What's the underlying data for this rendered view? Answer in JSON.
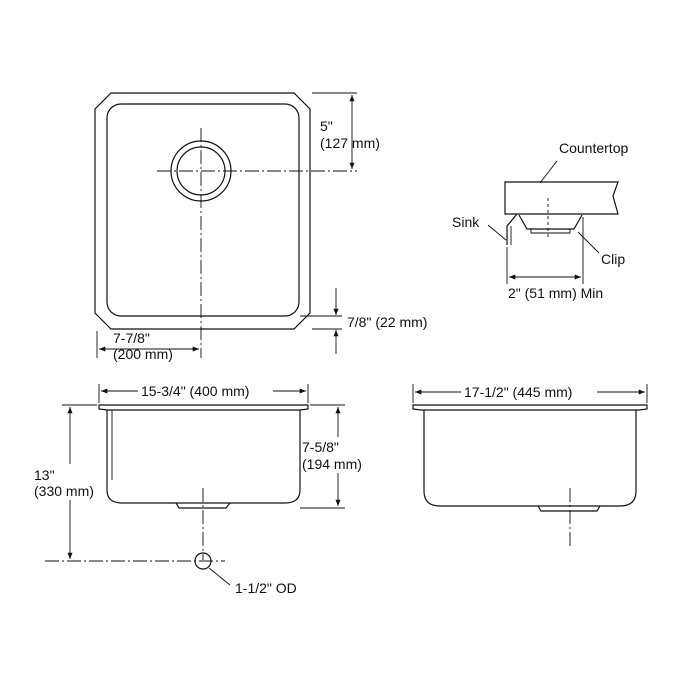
{
  "top_view": {
    "drain_offset": "5\"",
    "drain_offset_mm": "(127 mm)",
    "flange_width": "7/8\" (22 mm)",
    "drain_center": "7-7/8\"",
    "drain_center_mm": "(200 mm)"
  },
  "installation_detail": {
    "countertop_label": "Countertop",
    "sink_label": "Sink",
    "clip_label": "Clip",
    "min_clearance": "2\" (51 mm) Min"
  },
  "front_view": {
    "width": "15-3/4\" (400 mm)",
    "depth": "7-5/8\"",
    "depth_mm": "(194 mm)",
    "overall_height": "13\"",
    "overall_height_mm": "(330 mm)",
    "drain_size": "1-1/2\" OD"
  },
  "side_view": {
    "length": "17-1/2\" (445 mm)"
  }
}
